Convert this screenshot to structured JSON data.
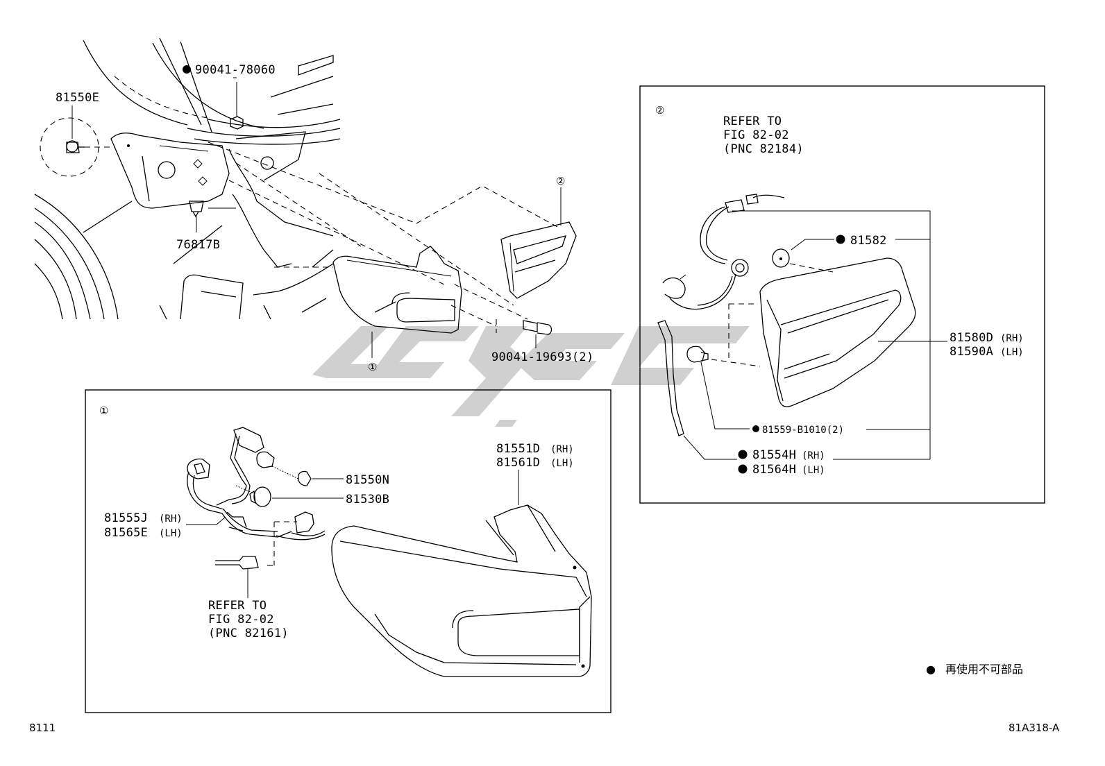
{
  "diagram": {
    "parts": {
      "p_9004178060": "90041-78060",
      "p_81550E": "81550E",
      "p_76817B": "76817B",
      "p_9004119693": "90041-19693(2)",
      "p_81582": "81582",
      "p_81580D": "81580D",
      "p_81590A": "81590A",
      "p_81559": "81559-B1010(2)",
      "p_81554H": "81554H",
      "p_81564H": "81564H",
      "p_81550N": "81550N",
      "p_81530B": "81530B",
      "p_81555J": "81555J",
      "p_81565E": "81565E",
      "p_81551D": "81551D",
      "p_81561D": "81561D"
    },
    "side": {
      "rh": "(RH)",
      "lh": "(LH)"
    },
    "callouts": {
      "one": "①",
      "two": "②"
    },
    "refer_top": {
      "line1": "REFER TO",
      "line2": "FIG 82-02",
      "line3": "(PNC 82184)"
    },
    "refer_bottom": {
      "line1": "REFER TO",
      "line2": "FIG 82-02",
      "line3": "(PNC 82161)"
    },
    "legend": {
      "symbol": "●",
      "text": "再使用不可部品"
    },
    "footer": {
      "left": "8111",
      "right": "81A318-A"
    },
    "colors": {
      "line": "#000000",
      "watermark": "#c8c8c8",
      "background": "#ffffff"
    }
  }
}
